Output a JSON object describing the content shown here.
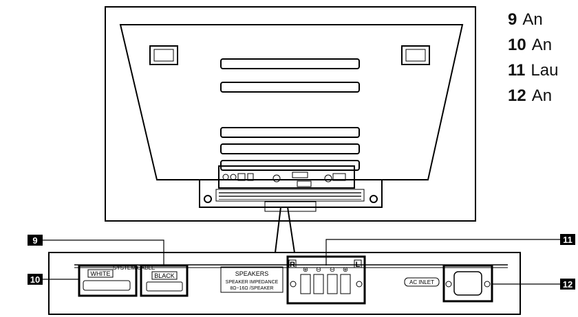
{
  "legend": [
    {
      "number": "9",
      "text": "An"
    },
    {
      "number": "10",
      "text": "An"
    },
    {
      "number": "11",
      "text": "Lau"
    },
    {
      "number": "12",
      "text": "An"
    }
  ],
  "callouts": {
    "c9": "9",
    "c10": "10",
    "c11": "11",
    "c12": "12"
  },
  "panel": {
    "system_cable": "SYSTEM CABLE",
    "white": "WHITE",
    "black": "BLACK",
    "speakers": "SPEAKERS",
    "impedance_line1": "SPEAKER IMPEDANCE",
    "impedance_line2": "8Ω~16Ω /SPEAKER",
    "right_channel": "R",
    "left_channel": "L",
    "plus": "⊕",
    "minus": "⊖",
    "ac_inlet": "AC INLET"
  }
}
